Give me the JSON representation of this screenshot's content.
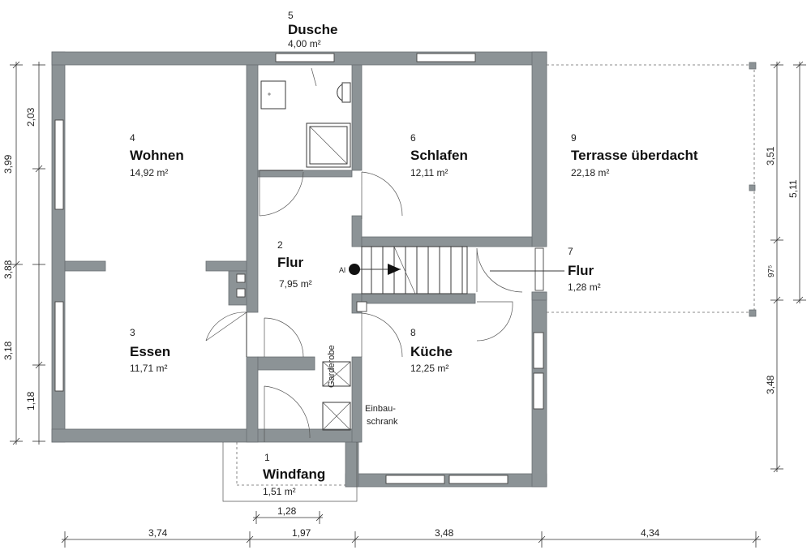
{
  "rooms": {
    "windfang": {
      "number": "1",
      "name": "Windfang",
      "area": "1,51 m²"
    },
    "flur": {
      "number": "2",
      "name": "Flur",
      "area": "7,95 m²"
    },
    "essen": {
      "number": "3",
      "name": "Essen",
      "area": "11,71 m²"
    },
    "wohnen": {
      "number": "4",
      "name": "Wohnen",
      "area": "14,92 m²"
    },
    "dusche": {
      "number": "5",
      "name": "Dusche",
      "area": "4,00 m²"
    },
    "schlafen": {
      "number": "6",
      "name": "Schlafen",
      "area": "12,11 m²"
    },
    "flur2": {
      "number": "7",
      "name": "Flur",
      "area": "1,28 m²"
    },
    "kueche": {
      "number": "8",
      "name": "Küche",
      "area": "12,25 m²"
    },
    "terrasse": {
      "number": "9",
      "name": "Terrasse überdacht",
      "area": "22,18 m²"
    }
  },
  "labels": {
    "garderobe": "Garderobe",
    "einbau_1": "Einbau-",
    "einbau_2": "schrank",
    "stair_mark": "Al"
  },
  "dimensions": {
    "bottom": [
      "3,74",
      "1,97",
      "3,48",
      "4,34"
    ],
    "windfang": "1,28",
    "left_outer": [
      "3,99",
      "3,88",
      "3,18"
    ],
    "left_inner": [
      "2,03",
      "1,18"
    ],
    "right_inner": [
      "3,51",
      "97⁵"
    ],
    "right_outer": [
      "5,11",
      "3,48"
    ]
  }
}
